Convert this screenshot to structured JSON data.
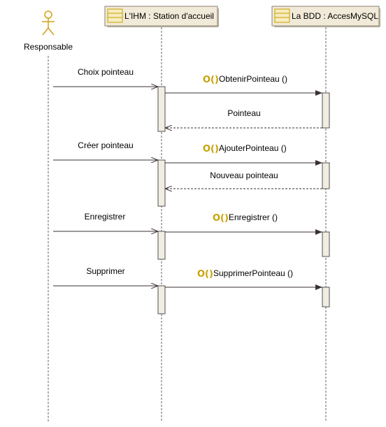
{
  "actor": {
    "label": "Responsable"
  },
  "participants": [
    {
      "label": "L'IHM : Station d'accueil"
    },
    {
      "label": "La BDD : AccesMySQL"
    }
  ],
  "operation_icon": "O()",
  "messages": [
    {
      "actor_call": "Choix pointeau",
      "operation": "ObtenirPointeau ()",
      "return": "Pointeau"
    },
    {
      "actor_call": "Créer pointeau",
      "operation": "AjouterPointeau ()",
      "return": "Nouveau pointeau"
    },
    {
      "actor_call": "Enregistrer",
      "operation": "Enregistrer ()",
      "return": ""
    },
    {
      "actor_call": "Supprimer",
      "operation": "SupprimerPointeau ()",
      "return": ""
    }
  ],
  "colors": {
    "participant_fill": "#f2ead8",
    "activation_fill": "#f2ede2",
    "operation_icon": "#c8a000",
    "actor_icon": "#d4a017"
  }
}
